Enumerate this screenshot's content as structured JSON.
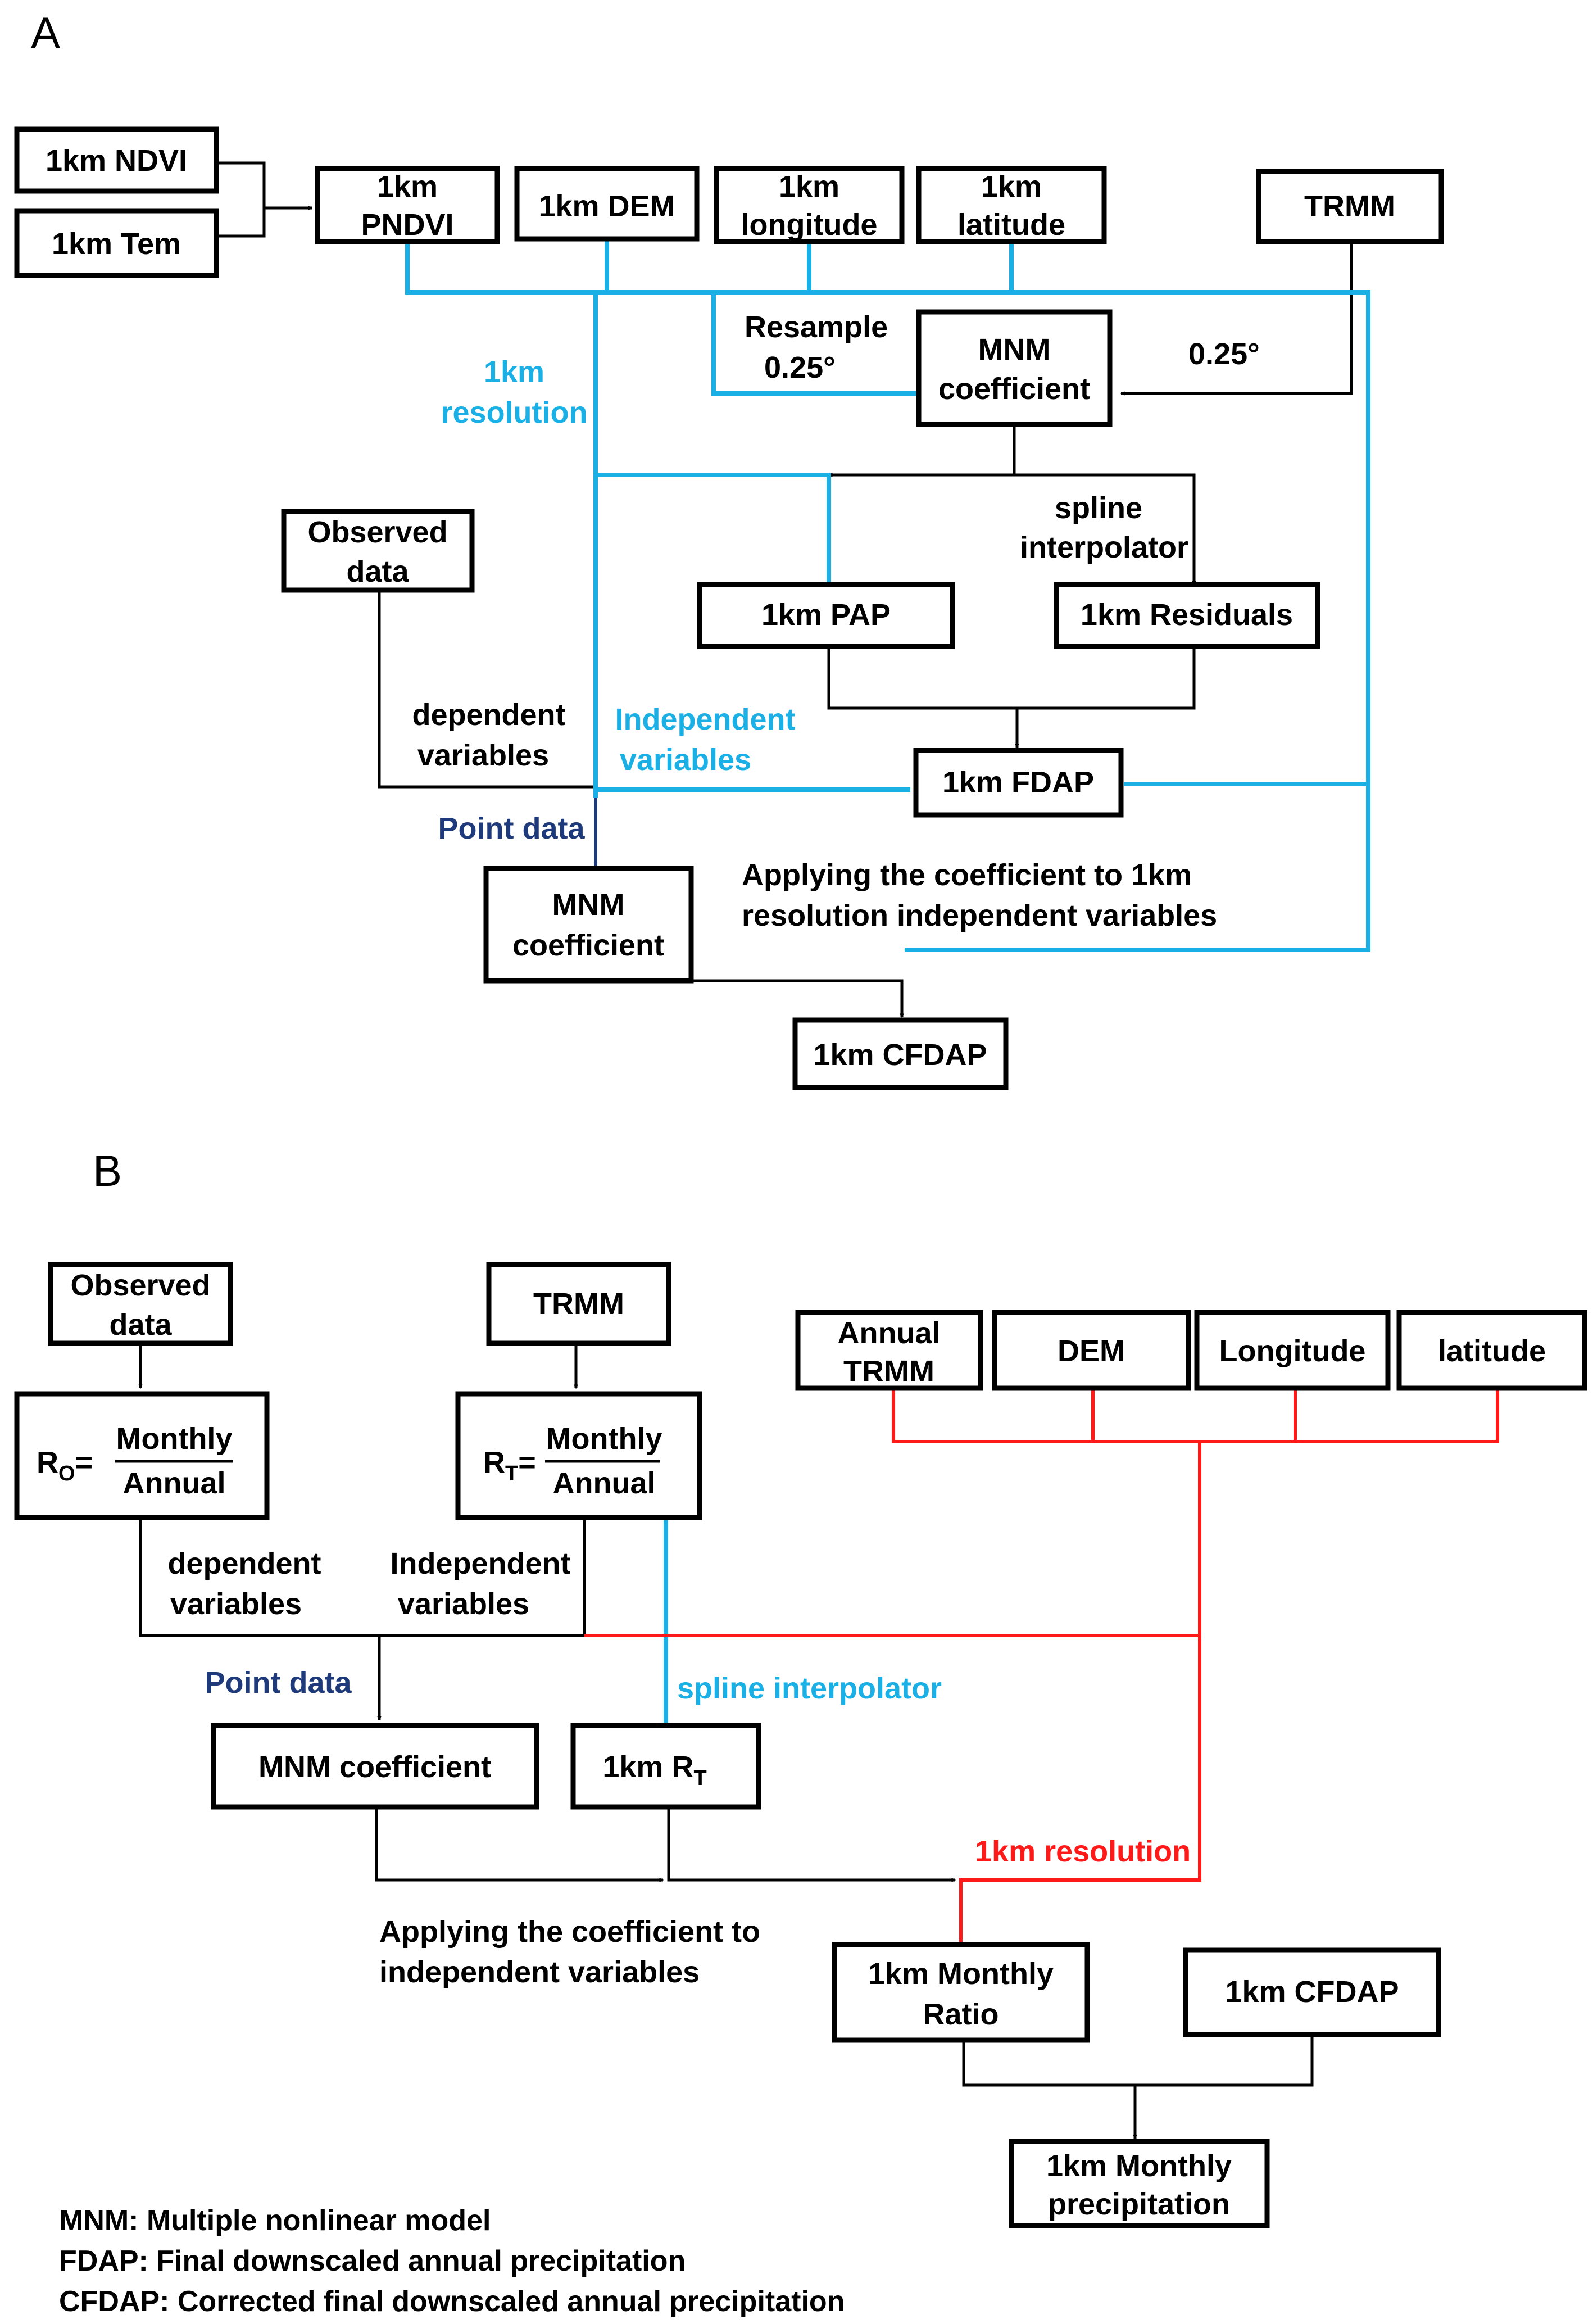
{
  "panel_a": {
    "label": "A",
    "boxes": {
      "ndvi": "1km NDVI",
      "tem": "1km Tem",
      "pndvi": [
        "1km",
        "PNDVI"
      ],
      "dem": "1km DEM",
      "longitude": [
        "1km",
        "longitude"
      ],
      "latitude": [
        "1km",
        "latitude"
      ],
      "trmm": "TRMM",
      "mnm_top": [
        "MNM",
        "coefficient"
      ],
      "observed": [
        "Observed",
        "data"
      ],
      "pap": "1km PAP",
      "residuals": "1km Residuals",
      "fdap": "1km FDAP",
      "mnm_bottom": [
        "MNM",
        "coefficient"
      ],
      "cfdap": "1km CFDAP"
    },
    "labels": {
      "resample": [
        "Resample",
        "0.25°"
      ],
      "deg_025": "0.25°",
      "res_1km": [
        "1km",
        "resolution"
      ],
      "spline": [
        "spline",
        "interpolator"
      ],
      "dependent": [
        "dependent",
        "variables"
      ],
      "independent": [
        "Independent",
        "variables"
      ],
      "point_data": "Point data",
      "applying": [
        "Applying the coefficient to 1km",
        "resolution independent variables"
      ]
    }
  },
  "panel_b": {
    "label": "B",
    "boxes": {
      "observed": [
        "Observed",
        "data"
      ],
      "trmm": "TRMM",
      "ro": {
        "symbol": "R",
        "sub": "O",
        "num": "Monthly",
        "den": "Annual"
      },
      "rt": {
        "symbol": "R",
        "sub": "T",
        "num": "Monthly",
        "den": "Annual"
      },
      "annual_trmm": [
        "Annual",
        "TRMM"
      ],
      "dem": "DEM",
      "longitude": "Longitude",
      "latitude": "latitude",
      "mnm": "MNM coefficient",
      "rt_1km": {
        "text": "1km R",
        "sub": "T"
      },
      "ratio": [
        "1km Monthly",
        "Ratio"
      ],
      "cfdap": "1km CFDAP",
      "monthly_precip": [
        "1km Monthly",
        "precipitation"
      ]
    },
    "labels": {
      "dependent": [
        "dependent",
        "variables"
      ],
      "independent": [
        "Independent",
        "variables"
      ],
      "point_data": "Point data",
      "spline": "spline interpolator",
      "res_1km": "1km resolution",
      "applying": [
        "Applying the coefficient to",
        "independent variables"
      ]
    }
  },
  "legend": [
    "MNM: Multiple nonlinear model",
    "FDAP: Final downscaled annual precipitation",
    "CFDAP: Corrected final downscaled annual precipitation"
  ],
  "colors": {
    "blue": "#1ab0e6",
    "navy": "#1f3a7a",
    "red": "#ff1a1a",
    "black": "#000000"
  }
}
